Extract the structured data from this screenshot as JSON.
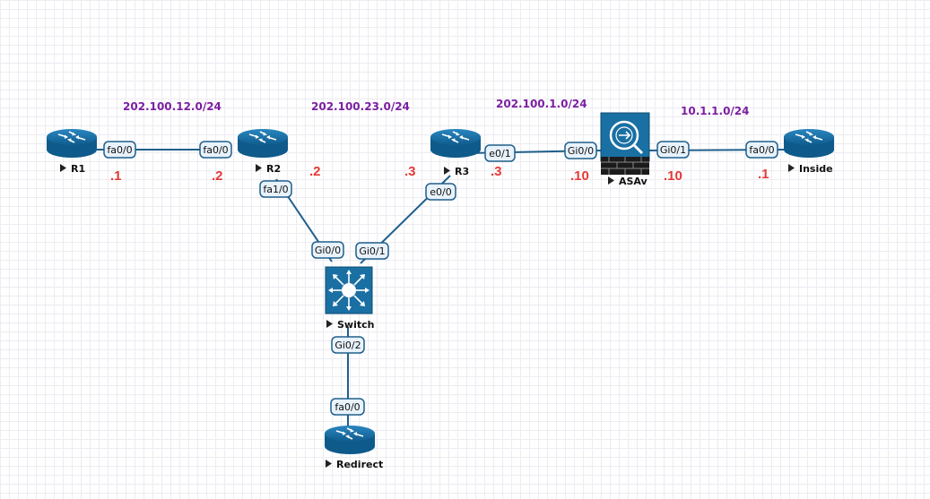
{
  "subnets": {
    "r1_r2": "202.100.12.0/24",
    "r2_r3": "202.100.23.0/24",
    "r3_asa": "202.100.1.0/24",
    "asa_inside": "10.1.1.0/24"
  },
  "devices": {
    "r1": "R1",
    "r2": "R2",
    "r3": "R3",
    "asav": "ASAv",
    "inside": "Inside",
    "switch": "Switch",
    "redirect": "Redirect"
  },
  "ips": {
    "r1": ".1",
    "r2_left": ".2",
    "r2_right": ".2",
    "r3_left": ".3",
    "r3_right": ".3",
    "asa_left": ".10",
    "asa_right": ".10",
    "inside": ".1"
  },
  "ports": {
    "r1_fa00": "fa0/0",
    "r2_fa00": "fa0/0",
    "r2_fa10": "fa1/0",
    "r3_e01": "e0/1",
    "r3_e00": "e0/0",
    "asa_gi00": "Gi0/0",
    "asa_gi01": "Gi0/1",
    "inside_fa00": "fa0/0",
    "sw_gi00": "Gi0/0",
    "sw_gi01": "Gi0/1",
    "sw_gi02": "Gi0/2",
    "redirect_fa00": "fa0/0"
  },
  "colors": {
    "device": "#1a6fa3",
    "link": "#1f5f8b",
    "subnet_text": "#7b1fa2",
    "ip_text": "#e53935"
  }
}
